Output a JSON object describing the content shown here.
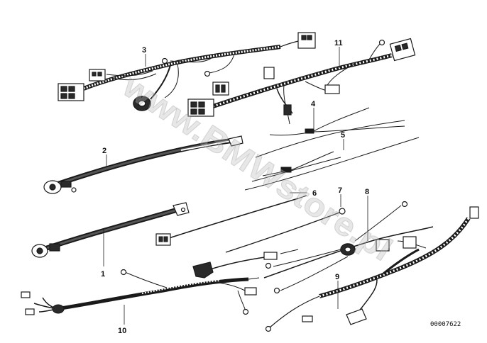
{
  "diagram": {
    "part_number": "00007622",
    "watermark": "www.BMWstore.pl",
    "callouts": [
      "1",
      "2",
      "3",
      "4",
      "5",
      "6",
      "7",
      "8",
      "9",
      "10",
      "11"
    ]
  },
  "colors": {
    "line": "#1a1a1a",
    "fill_dark": "#2a2a2a",
    "watermark": "#b9b9b9"
  }
}
